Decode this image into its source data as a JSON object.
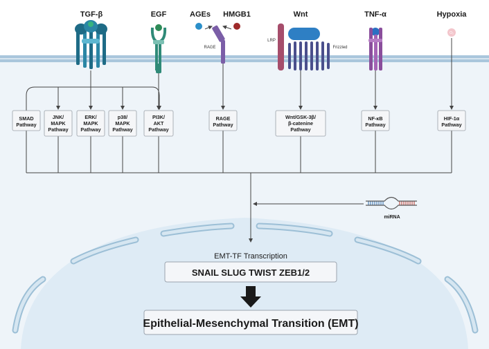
{
  "ligands": {
    "tgfb": "TGF-β",
    "egf": "EGF",
    "ages": "AGEs",
    "hmgb1": "HMGB1",
    "wnt": "Wnt",
    "tnfa": "TNF-α",
    "hypoxia": "Hypoxia"
  },
  "receptor_labels": {
    "rage": "RAGE",
    "lrp": "LRP",
    "frizzled": "Frizzled"
  },
  "pathways": [
    {
      "lines": [
        "SMAD",
        "Pathway"
      ]
    },
    {
      "lines": [
        "JNK/",
        "MAPK",
        "Pathway"
      ]
    },
    {
      "lines": [
        "ERK/",
        "MAPK",
        "Pathway"
      ]
    },
    {
      "lines": [
        "p38/",
        "MAPK",
        "Pathway"
      ]
    },
    {
      "lines": [
        "PI3K/",
        "AKT",
        "Pathway"
      ]
    },
    {
      "lines": [
        "RAGE",
        "Pathway"
      ]
    },
    {
      "lines": [
        "Wnt/GSK-3β/",
        "β-catenine",
        "Pathway"
      ]
    },
    {
      "lines": [
        "NF-κB",
        "Pathway"
      ]
    },
    {
      "lines": [
        "HIF-1α",
        "Pathway"
      ]
    }
  ],
  "mirna_label": "miRNA",
  "transcription_label": "EMT-TF Transcription",
  "transcription_factors": "SNAIL SLUG TWIST ZEB1/2",
  "emt_label": "Epithelial-Mesenchymal Transition (EMT)",
  "colors": {
    "cell_fill": "#eef4f9",
    "membrane": "#a9c6dc",
    "nucleus_fill": "#deebf5",
    "tgfb_receptor": "#1e6b86",
    "egf_receptor": "#2f8a78",
    "rage_receptor": "#7b5ea7",
    "wnt_receptor": "#4a4f8c",
    "lrp": "#a64d6b",
    "tnf_receptor": "#8a4e9c",
    "ages_ligand": "#2b8fc9",
    "hmgb1_ligand": "#9e2a2a"
  }
}
